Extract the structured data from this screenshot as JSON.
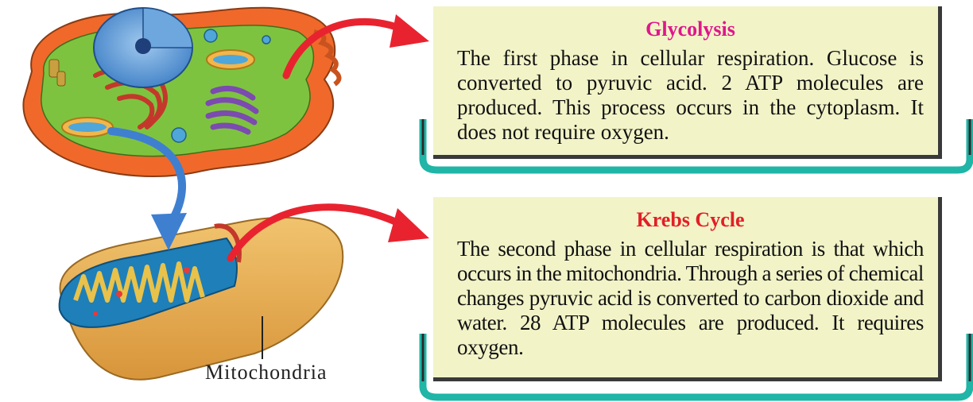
{
  "glycolysis": {
    "title": "Glycolysis",
    "body": "The first phase in cellular respiration. Glucose is converted to pyruvic acid. 2 ATP molecules are produced. This process occurs in the cytoplasm. It does not require oxygen."
  },
  "krebs": {
    "title": "Krebs Cycle",
    "body": "The second phase in cellular respiration is that which occurs in the mitochondria. Through a series of chemical changes pyruvic acid is converted to carbon dioxide and water. 28 ATP molecules are produced. It requires oxygen."
  },
  "mitochondria_label": "Mitochondria",
  "colors": {
    "card_bg": "#f2f4c8",
    "glycolysis_title": "#e0168c",
    "krebs_title": "#e21f26",
    "arrow_red": "#e8232f",
    "arrow_blue": "#3f7fd0",
    "cradle": "#1fb5a7",
    "cytoplasm": "#7ec33f",
    "membrane": "#f0692a",
    "mitochondria_outer": "#e1a84c",
    "mitochondria_inner": "#1f7fb8"
  }
}
